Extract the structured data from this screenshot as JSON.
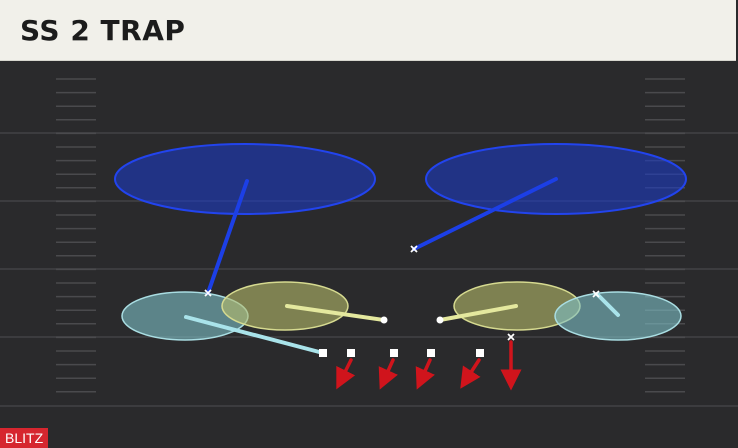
{
  "title": "SS 2 TRAP",
  "badge": "BLITZ",
  "colors": {
    "background": "#2a2a2c",
    "yard_line": "#3c3c3f",
    "hash": "#4a4a4d",
    "deep_zone": "#1a3bd0",
    "flat_zone": "#7fc2c8",
    "hook_zone": "#b8bd6a",
    "rush_arrow": "#d0141c",
    "title_bg": "#f1f0ea",
    "badge_bg": "#d6262f"
  },
  "diagram": {
    "zones": [
      {
        "name": "deep-zone-left",
        "type": "deep"
      },
      {
        "name": "deep-zone-right",
        "type": "deep"
      },
      {
        "name": "flat-zone-left",
        "type": "flat"
      },
      {
        "name": "flat-zone-right",
        "type": "flat"
      },
      {
        "name": "hook-zone-left",
        "type": "hook"
      },
      {
        "name": "hook-zone-right",
        "type": "hook"
      }
    ],
    "defenders": [
      {
        "name": "deep-defender-left",
        "symbol": "x"
      },
      {
        "name": "deep-defender-right",
        "symbol": "x"
      },
      {
        "name": "flat-defender-right",
        "symbol": "x"
      },
      {
        "name": "rusher-edge",
        "symbol": "x"
      },
      {
        "name": "hook-defender-left",
        "symbol": "circle"
      },
      {
        "name": "hook-defender-right",
        "symbol": "circle"
      },
      {
        "name": "lineman",
        "symbol": "square"
      }
    ]
  }
}
